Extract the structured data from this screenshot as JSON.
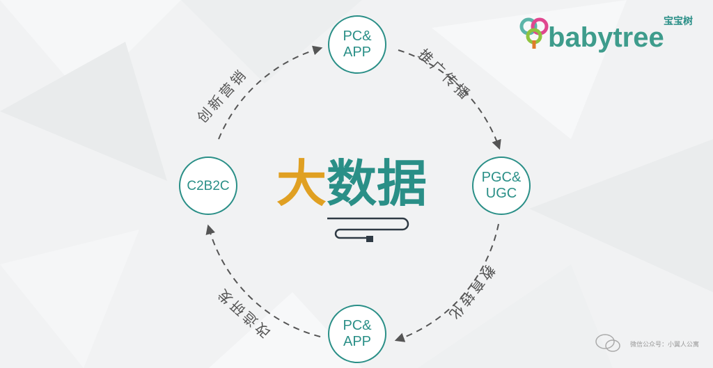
{
  "title": {
    "part1": "大",
    "part2": "数据"
  },
  "logo": {
    "cn": "宝宝树",
    "en": "babytree"
  },
  "nodes": {
    "top": "PC&\nAPP",
    "right": "PGC&\nUGC",
    "bottom": "PC&\nAPP",
    "left": "C2B2C"
  },
  "edges": {
    "top_right": "推广传播",
    "right_bottom": "教育转化",
    "bottom_left": "改造研发",
    "left_top": "创新营销"
  },
  "watermark": "微信公众号：小翼人公寓",
  "colors": {
    "teal": "#2a8f87",
    "orange": "#e0a022",
    "text": "#555555"
  }
}
